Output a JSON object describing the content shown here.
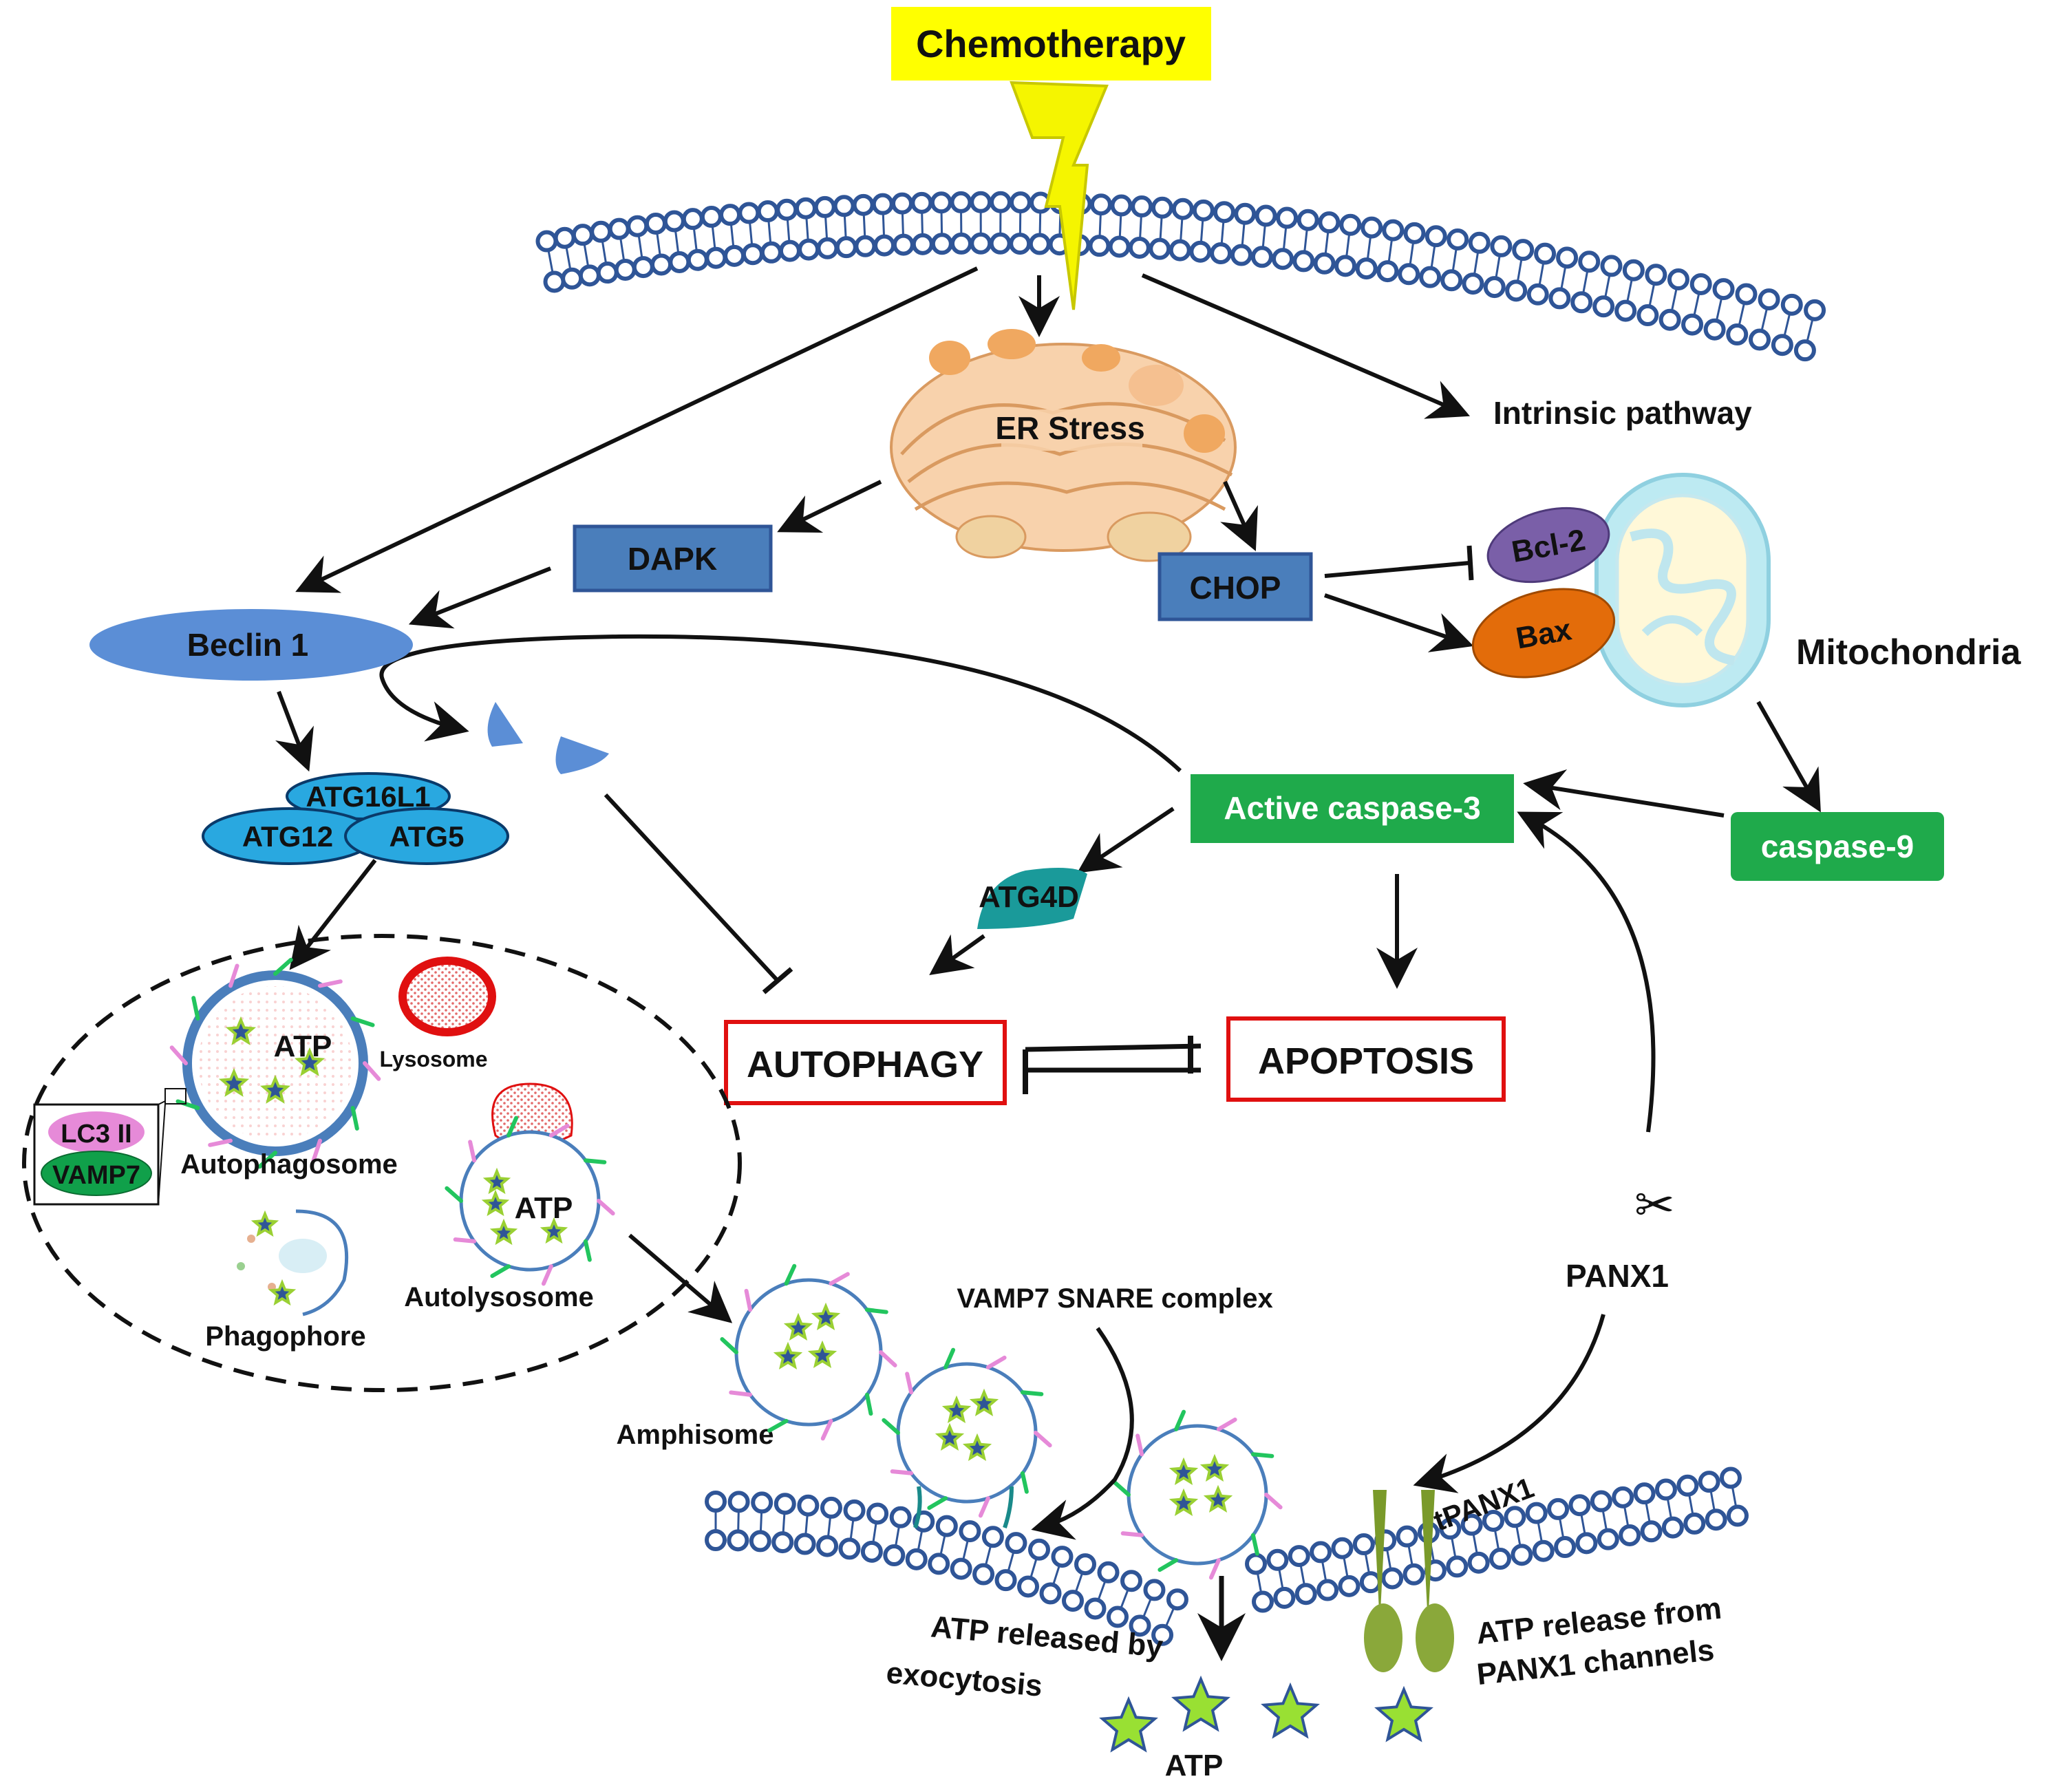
{
  "title": "Chemotherapy",
  "nodes": {
    "er_stress": "ER Stress",
    "intrinsic_pathway": "Intrinsic pathway",
    "dapk": "DAPK",
    "chop": "CHOP",
    "bcl2": "Bcl-2",
    "bax": "Bax",
    "mitochondria": "Mitochondria",
    "beclin1": "Beclin 1",
    "atg16l1": "ATG16L1",
    "atg12": "ATG12",
    "atg5": "ATG5",
    "active_caspase3": "Active caspase-3",
    "caspase9": "caspase-9",
    "atg4d": "ATG4D",
    "autophagy": "AUTOPHAGY",
    "apoptosis": "APOPTOSIS",
    "lysosome": "Lysosome",
    "autophagosome": "Autophagosome",
    "atp_autophagosome": "ATP",
    "lc3ii": "LC3 II",
    "vamp7": "VAMP7",
    "phagophore": "Phagophore",
    "autolysosome": "Autolysosome",
    "atp_autolysosome": "ATP",
    "amphisome": "Amphisome",
    "vamp7_snare": "VAMP7 SNARE complex",
    "panx1": "PANX1",
    "tpanx1": "tPANX1",
    "atp_exocytosis_line1": "ATP released by",
    "atp_exocytosis_line2": "exocytosis",
    "atp_panx1_line1": "ATP release from",
    "atp_panx1_line2": "PANX1 channels",
    "atp_bottom": "ATP"
  },
  "colors": {
    "chemo_box": "#ffff00",
    "lightning": "#f5f500",
    "membrane": "#2f5597",
    "blue_box": "#4a7ebb",
    "green_box": "#1faa4b",
    "beclin": "#5b8ed6",
    "atg": "#29a8e0",
    "red_outline": "#e01010",
    "bcl2": "#7a5fa8",
    "bax": "#e36c0a",
    "atp_star": "#99e033",
    "panx_channel": "#7a9a2a"
  }
}
